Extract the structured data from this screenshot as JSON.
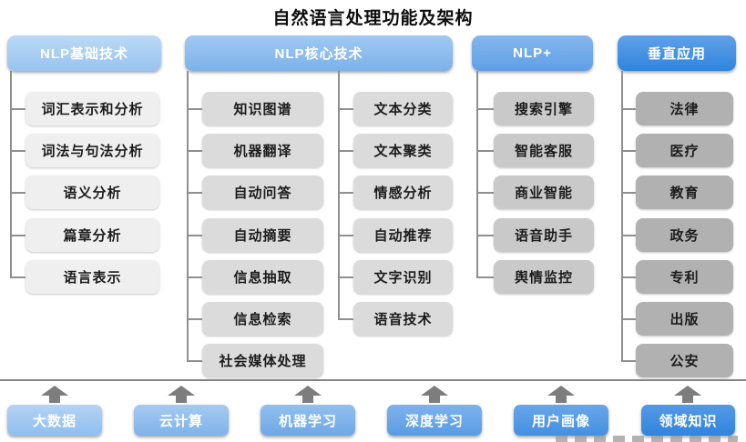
{
  "title": "自然语言处理功能及架构",
  "columns": [
    {
      "header": "NLP基础技术",
      "header_color": "#a6cbf1",
      "item_color": "#efefef",
      "items": [
        "词汇表示和分析",
        "词法与句法分析",
        "语义分析",
        "篇章分析",
        "语言表示"
      ]
    },
    {
      "header": "NLP核心技术",
      "header_color": "#88b9ee",
      "item_color": "#dbdbdb",
      "items_left": [
        "知识图谱",
        "机器翻译",
        "自动问答",
        "自动摘要",
        "信息抽取",
        "信息检索",
        "社会媒体处理"
      ],
      "items_right": [
        "文本分类",
        "文本聚类",
        "情感分析",
        "自动推荐",
        "文字识别",
        "语音技术"
      ]
    },
    {
      "header": "NLP+",
      "header_color": "#6ca9ea",
      "item_color": "#c9c9c9",
      "items": [
        "搜索引擎",
        "智能客服",
        "商业智能",
        "语音助手",
        "舆情监控"
      ]
    },
    {
      "header": "垂直应用",
      "header_color": "#3f8fe3",
      "item_color": "#b1b1b1",
      "items": [
        "法律",
        "医疗",
        "教育",
        "政务",
        "专利",
        "出版",
        "公安"
      ]
    }
  ],
  "foundation": {
    "items": [
      {
        "label": "大数据",
        "color": "#9cc6f1"
      },
      {
        "label": "云计算",
        "color": "#8cbcee"
      },
      {
        "label": "机器学习",
        "color": "#79b0ea"
      },
      {
        "label": "深度学习",
        "color": "#64a4e7"
      },
      {
        "label": "用户画像",
        "color": "#4e97e4"
      },
      {
        "label": "领域知识",
        "color": "#3a8bdf"
      }
    ]
  },
  "connector_color": "#8f8f8f",
  "arrow_color": "#7d7d7d"
}
